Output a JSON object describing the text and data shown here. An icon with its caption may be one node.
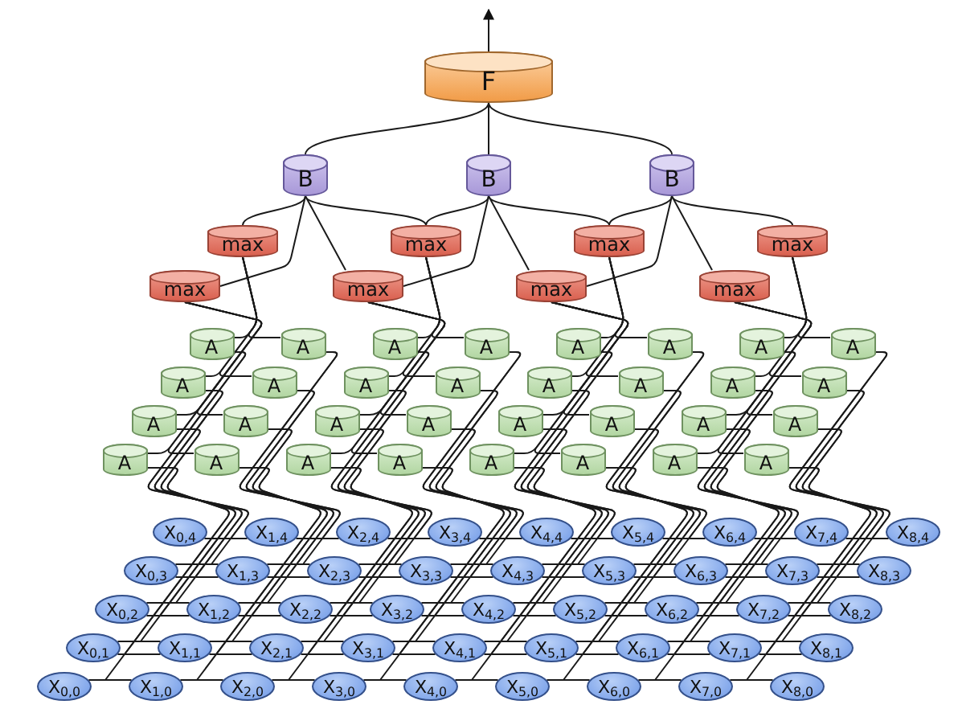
{
  "diagram": {
    "nodes": [
      {
        "text": [
          "F"
        ]
      },
      {
        "text": [
          "B"
        ]
      },
      {
        "text": [
          "B"
        ]
      },
      {
        "text": [
          "B"
        ]
      },
      {
        "text": [
          "max"
        ]
      },
      {
        "text": [
          "max"
        ]
      },
      {
        "text": [
          "max"
        ]
      },
      {
        "text": [
          "max"
        ]
      },
      {
        "text": [
          "max"
        ]
      },
      {
        "text": [
          "max"
        ]
      },
      {
        "text": [
          "max"
        ]
      },
      {
        "text": [
          "max"
        ]
      },
      {
        "text": [
          "A"
        ]
      },
      {
        "text": [
          "A"
        ]
      },
      {
        "text": [
          "A"
        ]
      },
      {
        "text": [
          "A"
        ]
      },
      {
        "text": [
          "A"
        ]
      },
      {
        "text": [
          "A"
        ]
      },
      {
        "text": [
          "A"
        ]
      },
      {
        "text": [
          "A"
        ]
      },
      {
        "text": [
          "A"
        ]
      },
      {
        "text": [
          "A"
        ]
      },
      {
        "text": [
          "A"
        ]
      },
      {
        "text": [
          "A"
        ]
      },
      {
        "text": [
          "A"
        ]
      },
      {
        "text": [
          "A"
        ]
      },
      {
        "text": [
          "A"
        ]
      },
      {
        "text": [
          "A"
        ]
      },
      {
        "text": [
          "A"
        ]
      },
      {
        "text": [
          "A"
        ]
      },
      {
        "text": [
          "A"
        ]
      },
      {
        "text": [
          "A"
        ]
      },
      {
        "text": [
          "A"
        ]
      },
      {
        "text": [
          "A"
        ]
      },
      {
        "text": [
          "A"
        ]
      },
      {
        "text": [
          "A"
        ]
      },
      {
        "text": [
          "A"
        ]
      },
      {
        "text": [
          "A"
        ]
      },
      {
        "text": [
          "A"
        ]
      },
      {
        "text": [
          "A"
        ]
      },
      {
        "text": [
          "A"
        ]
      },
      {
        "text": [
          "A"
        ]
      },
      {
        "text": [
          "A"
        ]
      },
      {
        "text": [
          "A"
        ]
      },
      {
        "text": [
          "X$_{0,4}$"
        ]
      },
      {
        "text": [
          "X$_{1,4}$"
        ]
      },
      {
        "text": [
          "X$_{2,4}$"
        ]
      },
      {
        "text": [
          "X$_{3,4}$"
        ]
      },
      {
        "text": [
          "X$_{4,4}$"
        ]
      },
      {
        "text": [
          "X$_{5,4}$"
        ]
      },
      {
        "text": [
          "X$_{6,4}$"
        ]
      },
      {
        "text": [
          "X$_{7,4}$"
        ]
      },
      {
        "text": [
          "X$_{8,4}$"
        ]
      },
      {
        "text": [
          "X$_{0,3}$"
        ]
      },
      {
        "text": [
          "X$_{1,3}$"
        ]
      },
      {
        "text": [
          "X$_{2,3}$"
        ]
      },
      {
        "text": [
          "X$_{3,3}$"
        ]
      },
      {
        "text": [
          "X$_{4,3}$"
        ]
      },
      {
        "text": [
          "X$_{5,3}$"
        ]
      },
      {
        "text": [
          "X$_{6,3}$"
        ]
      },
      {
        "text": [
          "X$_{7,3}$"
        ]
      },
      {
        "text": [
          "X$_{8,3}$"
        ]
      },
      {
        "text": [
          "X$_{0,2}$"
        ]
      },
      {
        "text": [
          "X$_{1,2}$"
        ]
      },
      {
        "text": [
          "X$_{2,2}$"
        ]
      },
      {
        "text": [
          "X$_{3,2}$"
        ]
      },
      {
        "text": [
          "X$_{4,2}$"
        ]
      },
      {
        "text": [
          "X$_{5,2}$"
        ]
      },
      {
        "text": [
          "X$_{6,2}$"
        ]
      },
      {
        "text": [
          "X$_{7,2}$"
        ]
      },
      {
        "text": [
          "X$_{8,2}$"
        ]
      },
      {
        "text": [
          "X$_{0,1}$"
        ]
      },
      {
        "text": [
          "X$_{1,1}$"
        ]
      },
      {
        "text": [
          "X$_{2,1}$"
        ]
      },
      {
        "text": [
          "X$_{3,1}$"
        ]
      },
      {
        "text": [
          "X$_{4,1}$"
        ]
      },
      {
        "text": [
          "X$_{5,1}$"
        ]
      },
      {
        "text": [
          "X$_{6,1}$"
        ]
      },
      {
        "text": [
          "X$_{7,1}$"
        ]
      },
      {
        "text": [
          "X$_{8,1}$"
        ]
      },
      {
        "text": [
          "X$_{0,0}$"
        ]
      },
      {
        "text": [
          "X$_{1,0}$"
        ]
      },
      {
        "text": [
          "X$_{2,0}$"
        ]
      },
      {
        "text": [
          "X$_{3,0}$"
        ]
      },
      {
        "text": [
          "X$_{4,0}$"
        ]
      },
      {
        "text": [
          "X$_{5,0}$"
        ]
      },
      {
        "text": [
          "X$_{6,0}$"
        ]
      },
      {
        "text": [
          "X$_{7,0}$"
        ]
      },
      {
        "text": [
          "X$_{8,0}$"
        ]
      }
    ],
    "edges": [
      {
        "from": 0,
        "to": null,
        "arrow": "to"
      },
      {
        "from": 1,
        "to": 0,
        "arrow": "none"
      },
      {
        "from": 2,
        "to": 0,
        "arrow": "none"
      },
      {
        "from": 3,
        "to": 0,
        "arrow": "none"
      },
      {
        "from": 8,
        "to": 1,
        "arrow": "none"
      },
      {
        "from": 9,
        "to": 1,
        "arrow": "none"
      },
      {
        "from": 4,
        "to": 1,
        "arrow": "none"
      },
      {
        "from": 5,
        "to": 1,
        "arrow": "none"
      },
      {
        "from": 9,
        "to": 2,
        "arrow": "none"
      },
      {
        "from": 10,
        "to": 2,
        "arrow": "none"
      },
      {
        "from": 5,
        "to": 2,
        "arrow": "none"
      },
      {
        "from": 6,
        "to": 2,
        "arrow": "none"
      },
      {
        "from": 10,
        "to": 3,
        "arrow": "none"
      },
      {
        "from": 11,
        "to": 3,
        "arrow": "none"
      },
      {
        "from": 6,
        "to": 3,
        "arrow": "none"
      },
      {
        "from": 7,
        "to": 3,
        "arrow": "none"
      },
      {
        "from": 20,
        "to": 4,
        "arrow": "none"
      },
      {
        "from": 21,
        "to": 4,
        "arrow": "none"
      },
      {
        "from": 12,
        "to": 4,
        "arrow": "none"
      },
      {
        "from": 13,
        "to": 4,
        "arrow": "none"
      },
      {
        "from": 22,
        "to": 5,
        "arrow": "none"
      },
      {
        "from": 23,
        "to": 5,
        "arrow": "none"
      },
      {
        "from": 14,
        "to": 5,
        "arrow": "none"
      },
      {
        "from": 15,
        "to": 5,
        "arrow": "none"
      },
      {
        "from": 24,
        "to": 6,
        "arrow": "none"
      },
      {
        "from": 25,
        "to": 6,
        "arrow": "none"
      },
      {
        "from": 16,
        "to": 6,
        "arrow": "none"
      },
      {
        "from": 17,
        "to": 6,
        "arrow": "none"
      },
      {
        "from": 26,
        "to": 7,
        "arrow": "none"
      },
      {
        "from": 27,
        "to": 7,
        "arrow": "none"
      },
      {
        "from": 18,
        "to": 7,
        "arrow": "none"
      },
      {
        "from": 19,
        "to": 7,
        "arrow": "none"
      },
      {
        "from": 36,
        "to": 8,
        "arrow": "none"
      },
      {
        "from": 37,
        "to": 8,
        "arrow": "none"
      },
      {
        "from": 28,
        "to": 8,
        "arrow": "none"
      },
      {
        "from": 29,
        "to": 8,
        "arrow": "none"
      },
      {
        "from": 38,
        "to": 9,
        "arrow": "none"
      },
      {
        "from": 39,
        "to": 9,
        "arrow": "none"
      },
      {
        "from": 30,
        "to": 9,
        "arrow": "none"
      },
      {
        "from": 31,
        "to": 9,
        "arrow": "none"
      },
      {
        "from": 40,
        "to": 10,
        "arrow": "none"
      },
      {
        "from": 41,
        "to": 10,
        "arrow": "none"
      },
      {
        "from": 32,
        "to": 10,
        "arrow": "none"
      },
      {
        "from": 33,
        "to": 10,
        "arrow": "none"
      },
      {
        "from": 42,
        "to": 11,
        "arrow": "none"
      },
      {
        "from": 43,
        "to": 11,
        "arrow": "none"
      },
      {
        "from": 34,
        "to": 11,
        "arrow": "none"
      },
      {
        "from": 35,
        "to": 11,
        "arrow": "none"
      },
      {
        "from": 53,
        "to": 12,
        "arrow": "none"
      },
      {
        "from": 54,
        "to": 12,
        "arrow": "none"
      },
      {
        "from": 44,
        "to": 12,
        "arrow": "none"
      },
      {
        "from": 45,
        "to": 12,
        "arrow": "none"
      },
      {
        "from": 54,
        "to": 13,
        "arrow": "none"
      },
      {
        "from": 55,
        "to": 13,
        "arrow": "none"
      },
      {
        "from": 45,
        "to": 13,
        "arrow": "none"
      },
      {
        "from": 46,
        "to": 13,
        "arrow": "none"
      },
      {
        "from": 55,
        "to": 14,
        "arrow": "none"
      },
      {
        "from": 56,
        "to": 14,
        "arrow": "none"
      },
      {
        "from": 46,
        "to": 14,
        "arrow": "none"
      },
      {
        "from": 47,
        "to": 14,
        "arrow": "none"
      },
      {
        "from": 56,
        "to": 15,
        "arrow": "none"
      },
      {
        "from": 57,
        "to": 15,
        "arrow": "none"
      },
      {
        "from": 47,
        "to": 15,
        "arrow": "none"
      },
      {
        "from": 48,
        "to": 15,
        "arrow": "none"
      },
      {
        "from": 57,
        "to": 16,
        "arrow": "none"
      },
      {
        "from": 58,
        "to": 16,
        "arrow": "none"
      },
      {
        "from": 48,
        "to": 16,
        "arrow": "none"
      },
      {
        "from": 49,
        "to": 16,
        "arrow": "none"
      },
      {
        "from": 58,
        "to": 17,
        "arrow": "none"
      },
      {
        "from": 59,
        "to": 17,
        "arrow": "none"
      },
      {
        "from": 49,
        "to": 17,
        "arrow": "none"
      },
      {
        "from": 50,
        "to": 17,
        "arrow": "none"
      },
      {
        "from": 59,
        "to": 18,
        "arrow": "none"
      },
      {
        "from": 60,
        "to": 18,
        "arrow": "none"
      },
      {
        "from": 50,
        "to": 18,
        "arrow": "none"
      },
      {
        "from": 51,
        "to": 18,
        "arrow": "none"
      },
      {
        "from": 60,
        "to": 19,
        "arrow": "none"
      },
      {
        "from": 61,
        "to": 19,
        "arrow": "none"
      },
      {
        "from": 51,
        "to": 19,
        "arrow": "none"
      },
      {
        "from": 52,
        "to": 19,
        "arrow": "none"
      },
      {
        "from": 62,
        "to": 20,
        "arrow": "none"
      },
      {
        "from": 63,
        "to": 20,
        "arrow": "none"
      },
      {
        "from": 53,
        "to": 20,
        "arrow": "none"
      },
      {
        "from": 54,
        "to": 20,
        "arrow": "none"
      },
      {
        "from": 63,
        "to": 21,
        "arrow": "none"
      },
      {
        "from": 64,
        "to": 21,
        "arrow": "none"
      },
      {
        "from": 54,
        "to": 21,
        "arrow": "none"
      },
      {
        "from": 55,
        "to": 21,
        "arrow": "none"
      },
      {
        "from": 64,
        "to": 22,
        "arrow": "none"
      },
      {
        "from": 65,
        "to": 22,
        "arrow": "none"
      },
      {
        "from": 55,
        "to": 22,
        "arrow": "none"
      },
      {
        "from": 56,
        "to": 22,
        "arrow": "none"
      },
      {
        "from": 65,
        "to": 23,
        "arrow": "none"
      },
      {
        "from": 66,
        "to": 23,
        "arrow": "none"
      },
      {
        "from": 56,
        "to": 23,
        "arrow": "none"
      },
      {
        "from": 57,
        "to": 23,
        "arrow": "none"
      },
      {
        "from": 66,
        "to": 24,
        "arrow": "none"
      },
      {
        "from": 67,
        "to": 24,
        "arrow": "none"
      },
      {
        "from": 57,
        "to": 24,
        "arrow": "none"
      },
      {
        "from": 58,
        "to": 24,
        "arrow": "none"
      },
      {
        "from": 67,
        "to": 25,
        "arrow": "none"
      },
      {
        "from": 68,
        "to": 25,
        "arrow": "none"
      },
      {
        "from": 58,
        "to": 25,
        "arrow": "none"
      },
      {
        "from": 59,
        "to": 25,
        "arrow": "none"
      },
      {
        "from": 68,
        "to": 26,
        "arrow": "none"
      },
      {
        "from": 69,
        "to": 26,
        "arrow": "none"
      },
      {
        "from": 59,
        "to": 26,
        "arrow": "none"
      },
      {
        "from": 60,
        "to": 26,
        "arrow": "none"
      },
      {
        "from": 69,
        "to": 27,
        "arrow": "none"
      },
      {
        "from": 70,
        "to": 27,
        "arrow": "none"
      },
      {
        "from": 60,
        "to": 27,
        "arrow": "none"
      },
      {
        "from": 61,
        "to": 27,
        "arrow": "none"
      },
      {
        "from": 71,
        "to": 28,
        "arrow": "none"
      },
      {
        "from": 72,
        "to": 28,
        "arrow": "none"
      },
      {
        "from": 62,
        "to": 28,
        "arrow": "none"
      },
      {
        "from": 63,
        "to": 28,
        "arrow": "none"
      },
      {
        "from": 72,
        "to": 29,
        "arrow": "none"
      },
      {
        "from": 73,
        "to": 29,
        "arrow": "none"
      },
      {
        "from": 63,
        "to": 29,
        "arrow": "none"
      },
      {
        "from": 64,
        "to": 29,
        "arrow": "none"
      },
      {
        "from": 73,
        "to": 30,
        "arrow": "none"
      },
      {
        "from": 74,
        "to": 30,
        "arrow": "none"
      },
      {
        "from": 64,
        "to": 30,
        "arrow": "none"
      },
      {
        "from": 65,
        "to": 30,
        "arrow": "none"
      },
      {
        "from": 74,
        "to": 31,
        "arrow": "none"
      },
      {
        "from": 75,
        "to": 31,
        "arrow": "none"
      },
      {
        "from": 65,
        "to": 31,
        "arrow": "none"
      },
      {
        "from": 66,
        "to": 31,
        "arrow": "none"
      },
      {
        "from": 75,
        "to": 32,
        "arrow": "none"
      },
      {
        "from": 76,
        "to": 32,
        "arrow": "none"
      },
      {
        "from": 66,
        "to": 32,
        "arrow": "none"
      },
      {
        "from": 67,
        "to": 32,
        "arrow": "none"
      },
      {
        "from": 76,
        "to": 33,
        "arrow": "none"
      },
      {
        "from": 77,
        "to": 33,
        "arrow": "none"
      },
      {
        "from": 67,
        "to": 33,
        "arrow": "none"
      },
      {
        "from": 68,
        "to": 33,
        "arrow": "none"
      },
      {
        "from": 77,
        "to": 34,
        "arrow": "none"
      },
      {
        "from": 78,
        "to": 34,
        "arrow": "none"
      },
      {
        "from": 68,
        "to": 34,
        "arrow": "none"
      },
      {
        "from": 69,
        "to": 34,
        "arrow": "none"
      },
      {
        "from": 78,
        "to": 35,
        "arrow": "none"
      },
      {
        "from": 79,
        "to": 35,
        "arrow": "none"
      },
      {
        "from": 69,
        "to": 35,
        "arrow": "none"
      },
      {
        "from": 70,
        "to": 35,
        "arrow": "none"
      },
      {
        "from": 80,
        "to": 36,
        "arrow": "none"
      },
      {
        "from": 81,
        "to": 36,
        "arrow": "none"
      },
      {
        "from": 71,
        "to": 36,
        "arrow": "none"
      },
      {
        "from": 72,
        "to": 36,
        "arrow": "none"
      },
      {
        "from": 81,
        "to": 37,
        "arrow": "none"
      },
      {
        "from": 82,
        "to": 37,
        "arrow": "none"
      },
      {
        "from": 72,
        "to": 37,
        "arrow": "none"
      },
      {
        "from": 73,
        "to": 37,
        "arrow": "none"
      },
      {
        "from": 82,
        "to": 38,
        "arrow": "none"
      },
      {
        "from": 83,
        "to": 38,
        "arrow": "none"
      },
      {
        "from": 73,
        "to": 38,
        "arrow": "none"
      },
      {
        "from": 74,
        "to": 38,
        "arrow": "none"
      },
      {
        "from": 83,
        "to": 39,
        "arrow": "none"
      },
      {
        "from": 84,
        "to": 39,
        "arrow": "none"
      },
      {
        "from": 74,
        "to": 39,
        "arrow": "none"
      },
      {
        "from": 75,
        "to": 39,
        "arrow": "none"
      },
      {
        "from": 84,
        "to": 40,
        "arrow": "none"
      },
      {
        "from": 85,
        "to": 40,
        "arrow": "none"
      },
      {
        "from": 75,
        "to": 40,
        "arrow": "none"
      },
      {
        "from": 76,
        "to": 40,
        "arrow": "none"
      },
      {
        "from": 85,
        "to": 41,
        "arrow": "none"
      },
      {
        "from": 86,
        "to": 41,
        "arrow": "none"
      },
      {
        "from": 76,
        "to": 41,
        "arrow": "none"
      },
      {
        "from": 77,
        "to": 41,
        "arrow": "none"
      },
      {
        "from": 86,
        "to": 42,
        "arrow": "none"
      },
      {
        "from": 87,
        "to": 42,
        "arrow": "none"
      },
      {
        "from": 77,
        "to": 42,
        "arrow": "none"
      },
      {
        "from": 78,
        "to": 42,
        "arrow": "none"
      },
      {
        "from": 87,
        "to": 43,
        "arrow": "none"
      },
      {
        "from": 88,
        "to": 43,
        "arrow": "none"
      },
      {
        "from": 78,
        "to": 43,
        "arrow": "none"
      },
      {
        "from": 79,
        "to": 43,
        "arrow": "none"
      }
    ]
  }
}
